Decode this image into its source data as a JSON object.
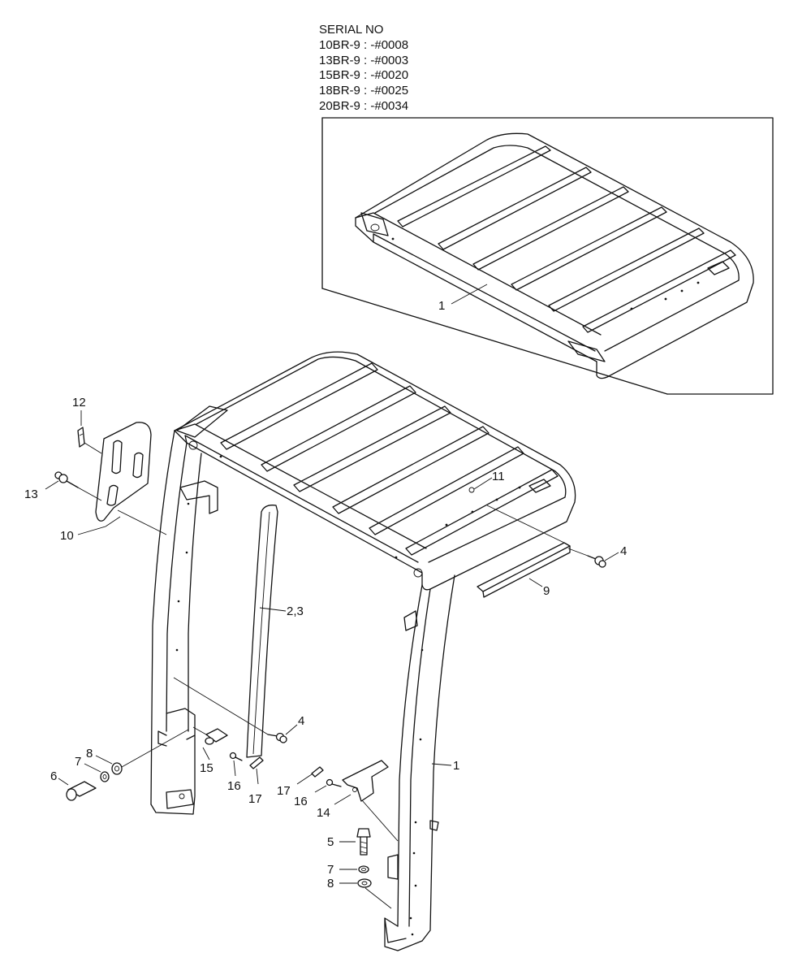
{
  "serial_block": {
    "heading": "SERIAL NO",
    "lines": [
      "10BR-9 : -#0008",
      "13BR-9 : -#0003",
      "15BR-9 : -#0020",
      "18BR-9 : -#0025",
      "20BR-9 : -#0034"
    ]
  },
  "callouts": {
    "inset_1": "1",
    "p1": "1",
    "p2_3": "2,3",
    "p4a": "4",
    "p4b": "4",
    "p5": "5",
    "p6": "6",
    "p7a": "7",
    "p7b": "7",
    "p8a": "8",
    "p8b": "8",
    "p9": "9",
    "p10": "10",
    "p11": "11",
    "p12": "12",
    "p13": "13",
    "p14": "14",
    "p15": "15",
    "p16a": "16",
    "p16b": "16",
    "p17a": "17",
    "p17b": "17"
  }
}
